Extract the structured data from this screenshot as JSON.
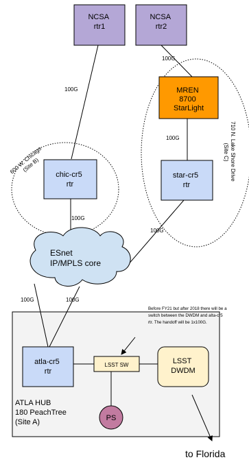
{
  "routers": {
    "ncsa_rtr1": [
      "NCSA",
      "rtr1"
    ],
    "ncsa_rtr2": [
      "NCSA",
      "rtr2"
    ],
    "mren": [
      "MREN",
      "8700",
      "StarLight"
    ],
    "chic_cr5": [
      "chic-cr5",
      "rtr"
    ],
    "star_cr5": [
      "star-cr5",
      "rtr"
    ],
    "atla_cr5": [
      "atla-cr5",
      "rtr"
    ],
    "lsst_dwdm": [
      "LSST",
      "DWDM"
    ]
  },
  "lsst_sw": "LSST SW",
  "ps": "PS",
  "cloud": [
    "ESnet",
    "IP/MPLS core"
  ],
  "sites": {
    "site_b": [
      "600 W. Chicago",
      "(Site B)"
    ],
    "site_c": [
      "710 N. Lake Shore Drive",
      "(Site C)"
    ],
    "atla_hub": [
      "ATLA HUB",
      "180 PeachTree",
      "(Site A)"
    ]
  },
  "links": {
    "rtr1_chic": "100G",
    "rtr2_mren": "100G",
    "mren_star": "100G",
    "chic_cloud": "100G",
    "star_cloud": "100G",
    "cloud_atla_left": "100G",
    "cloud_atla_right": "100G"
  },
  "note": [
    "Before FY21 but after 2018 there will be a",
    "switch between the DWDM and alta-cr5",
    "rtr. The handoff will be 1x100G."
  ],
  "to_florida": "to Florida",
  "colors": {
    "ncsa_fill": "#b4a7d6",
    "mren_fill": "#ff9900",
    "rtr_fill": "#c9daf8",
    "cloud_fill": "#cfe2f3",
    "hub_fill": "#f3f3f3",
    "yellow_fill": "#fff2cc",
    "ps_fill": "#c27ba0"
  }
}
